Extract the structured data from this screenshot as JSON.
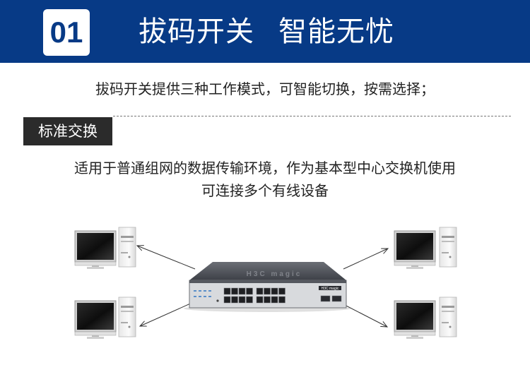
{
  "header": {
    "number": "01",
    "title_part1": "拔码开关",
    "title_part2": "智能无忧",
    "bg_color": "#073a86"
  },
  "intro": "拔码开关提供三种工作模式，可智能切换，按需选择；",
  "mode": {
    "label": "标准交换",
    "desc_line1": "适用于普通组网的数据传输环境，作为基本型中心交换机使用",
    "desc_line2": "可连接多个有线设备"
  },
  "diagram": {
    "switch_brand": "H3C magic",
    "port_count": 16,
    "sfp_count": 2,
    "computers": [
      "top-left-computer",
      "bottom-left-computer",
      "top-right-computer",
      "bottom-right-computer"
    ]
  }
}
